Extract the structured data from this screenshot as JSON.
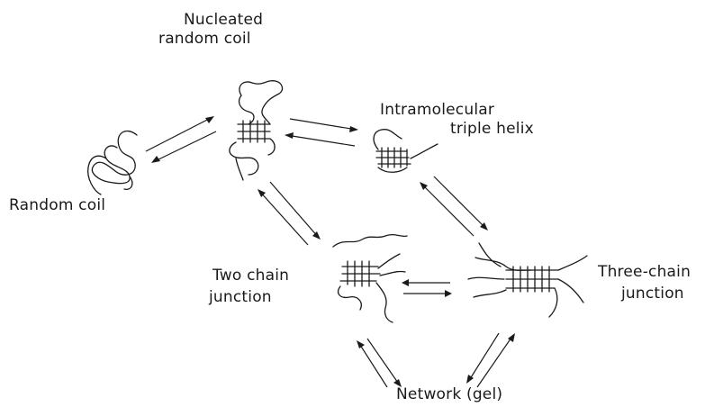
{
  "diagram": {
    "nodes": {
      "nucleated": {
        "line1": "Nucleated",
        "line2": "random coil"
      },
      "random_coil": {
        "label": "Random coil"
      },
      "intramolecular": {
        "line1": "Intramolecular",
        "line2": "triple helix"
      },
      "two_chain": {
        "line1": "Two chain",
        "line2": "junction"
      },
      "three_chain": {
        "line1": "Three-chain",
        "line2": "junction"
      },
      "network": {
        "label": "Network (gel)"
      }
    },
    "edges": [
      {
        "from": "random_coil",
        "to": "nucleated",
        "type": "reversible"
      },
      {
        "from": "nucleated",
        "to": "intramolecular",
        "type": "reversible"
      },
      {
        "from": "nucleated",
        "to": "two_chain",
        "type": "reversible"
      },
      {
        "from": "intramolecular",
        "to": "three_chain",
        "type": "reversible"
      },
      {
        "from": "two_chain",
        "to": "three_chain",
        "type": "reversible"
      },
      {
        "from": "two_chain",
        "to": "network",
        "type": "reversible"
      },
      {
        "from": "three_chain",
        "to": "network",
        "type": "reversible"
      }
    ]
  }
}
